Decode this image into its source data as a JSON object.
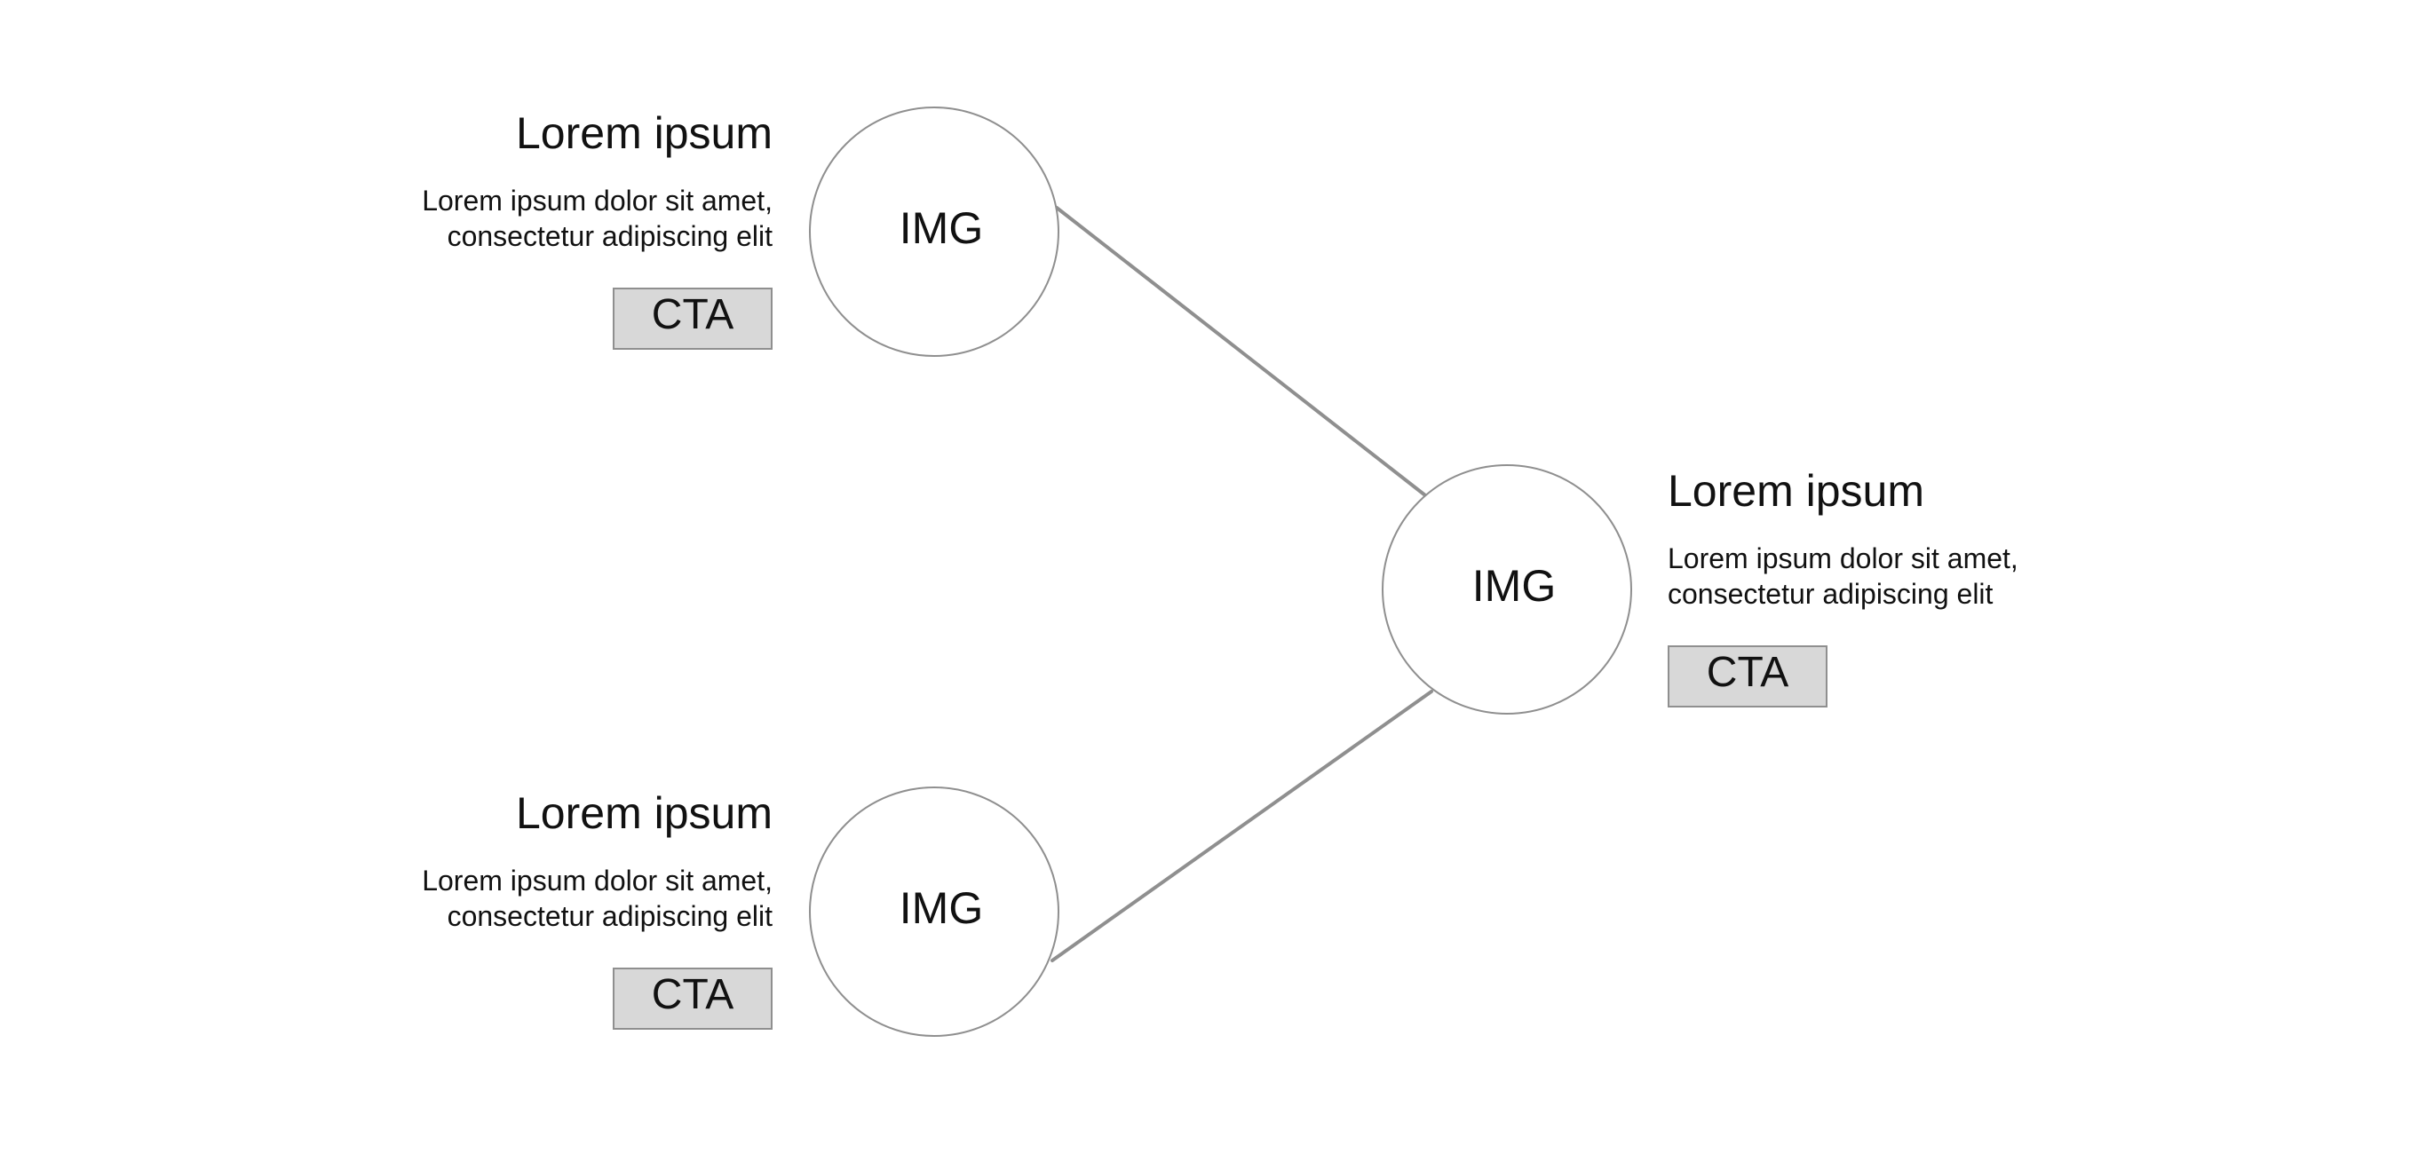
{
  "colors": {
    "background": "#ffffff",
    "stroke": "#8f8f8f",
    "button_fill": "#d8d8d8",
    "text": "#111111"
  },
  "nodes": [
    {
      "image_label": "IMG",
      "title": "Lorem ipsum",
      "text": [
        "Lorem ipsum dolor sit amet,",
        "consectetur adipiscing elit"
      ],
      "cta_label": "CTA"
    },
    {
      "image_label": "IMG",
      "title": "Lorem ipsum",
      "text": [
        "Lorem ipsum dolor sit amet,",
        "consectetur adipiscing elit"
      ],
      "cta_label": "CTA"
    },
    {
      "image_label": "IMG",
      "title": "Lorem ipsum",
      "text": [
        "Lorem ipsum dolor sit amet,",
        "consectetur adipiscing elit"
      ],
      "cta_label": "CTA"
    }
  ]
}
